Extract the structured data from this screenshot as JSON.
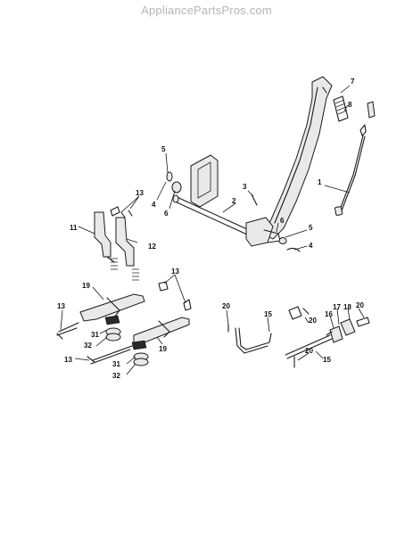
{
  "watermark": "AppliancePartsPros.com",
  "callouts": [
    {
      "label": "7"
    },
    {
      "label": "8"
    },
    {
      "label": "5"
    },
    {
      "label": "1"
    },
    {
      "label": "3"
    },
    {
      "label": "13"
    },
    {
      "label": "4"
    },
    {
      "label": "6"
    },
    {
      "label": "2"
    },
    {
      "label": "11"
    },
    {
      "label": "6"
    },
    {
      "label": "5"
    },
    {
      "label": "12"
    },
    {
      "label": "4"
    },
    {
      "label": "13"
    },
    {
      "label": "19"
    },
    {
      "label": "13"
    },
    {
      "label": "20"
    },
    {
      "label": "20"
    },
    {
      "label": "15"
    },
    {
      "label": "17"
    },
    {
      "label": "18"
    },
    {
      "label": "16"
    },
    {
      "label": "20"
    },
    {
      "label": "31"
    },
    {
      "label": "32"
    },
    {
      "label": "19"
    },
    {
      "label": "13"
    },
    {
      "label": "20"
    },
    {
      "label": "15"
    },
    {
      "label": "31"
    },
    {
      "label": "32"
    }
  ]
}
